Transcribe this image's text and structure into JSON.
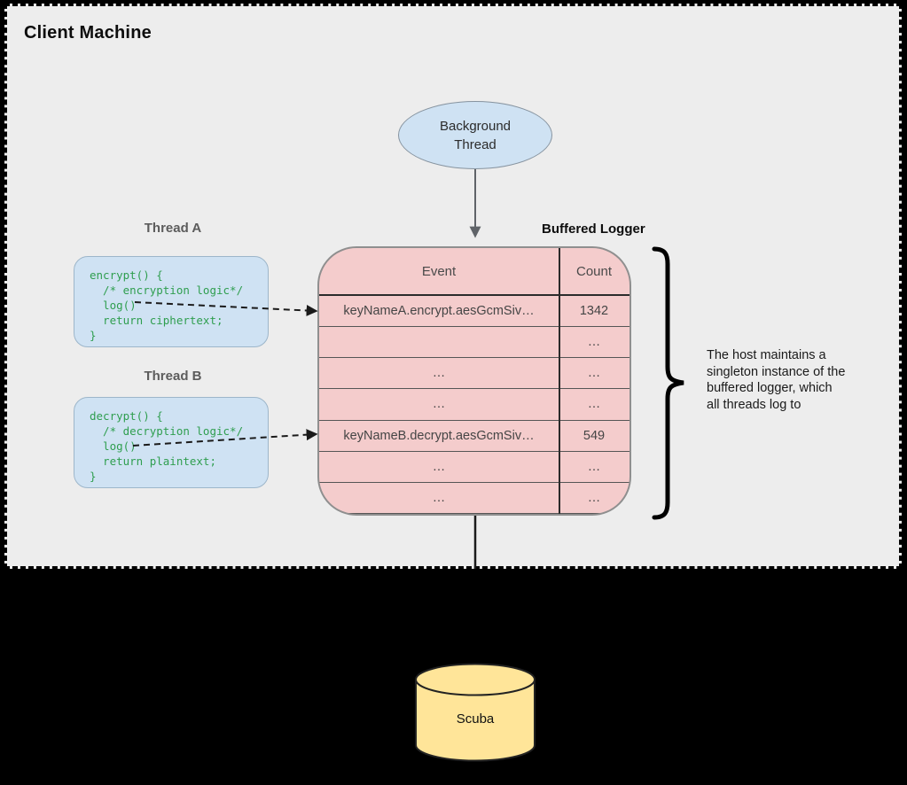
{
  "colors": {
    "page-bg": "#000000",
    "client-bg": "#ededed",
    "blue-fill": "#cfe2f3",
    "pink-fill": "#f4cccc",
    "yellow-fill": "#ffe599",
    "code-green": "#2f9e4f",
    "line-dark": "#1a1a1a",
    "arrow-gray": "#5f6368"
  },
  "client_machine": {
    "title": "Client Machine"
  },
  "background_thread": {
    "label": "Background\nThread"
  },
  "threads": {
    "a": {
      "title": "Thread A",
      "code": "encrypt() {\n  /* encryption logic*/\n  log()\n  return ciphertext;\n}"
    },
    "b": {
      "title": "Thread B",
      "code": "decrypt() {\n  /* decryption logic*/\n  log()\n  return plaintext;\n}"
    }
  },
  "buffered_logger": {
    "title": "Buffered Logger",
    "columns": {
      "event": "Event",
      "count": "Count"
    },
    "rows": [
      {
        "event": "keyNameA.encrypt.aesGcmSiv…",
        "count": "1342"
      },
      {
        "event": "",
        "count": "…"
      },
      {
        "event": "…",
        "count": "…"
      },
      {
        "event": "…",
        "count": "…"
      },
      {
        "event": "keyNameB.decrypt.aesGcmSiv…",
        "count": "549"
      },
      {
        "event": "…",
        "count": "…"
      },
      {
        "event": "…",
        "count": "…"
      }
    ]
  },
  "annotation": {
    "text": "The host maintains a\nsingleton instance of the\nbuffered logger, which\nall threads log to"
  },
  "database": {
    "label": "Scuba"
  }
}
